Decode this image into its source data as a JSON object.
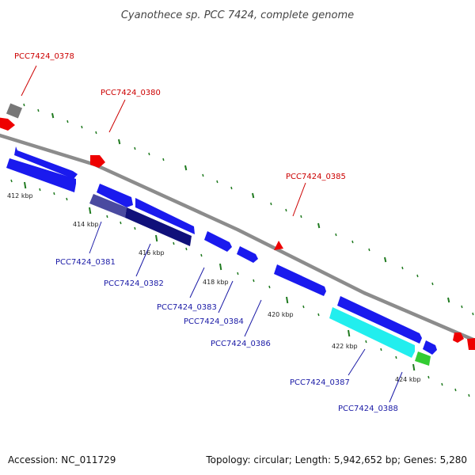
{
  "title": "Cyanothece sp. PCC 7424, complete genome",
  "footer": {
    "accession": "Accession: NC_011729",
    "topology": "Topology: circular; Length: 5,942,652 bp; Genes: 5,280"
  },
  "colors": {
    "backbone": "#888888",
    "tick": "#1f7a1f",
    "forward_label": "#cc0000",
    "reverse_label": "#1a1aa6",
    "gene_blue": "#1a1aee",
    "gene_dark": "#10107a",
    "gene_cyan": "#22eeee",
    "gene_green": "#33cc33",
    "gene_red": "#ee0000",
    "gene_gray": "#777777"
  },
  "scale_labels": [
    "412 kbp",
    "414 kbp",
    "416 kbp",
    "418 kbp",
    "420 kbp",
    "422 kbp",
    "424 kbp"
  ],
  "labels": {
    "PCC7424_0378": "PCC7424_0378",
    "PCC7424_0380": "PCC7424_0380",
    "PCC7424_0385": "PCC7424_0385",
    "PCC7424_0381": "PCC7424_0381",
    "PCC7424_0382": "PCC7424_0382",
    "PCC7424_0383": "PCC7424_0383",
    "PCC7424_0384": "PCC7424_0384",
    "PCC7424_0386": "PCC7424_0386",
    "PCC7424_0387": "PCC7424_0387",
    "PCC7424_0388": "PCC7424_0388"
  }
}
